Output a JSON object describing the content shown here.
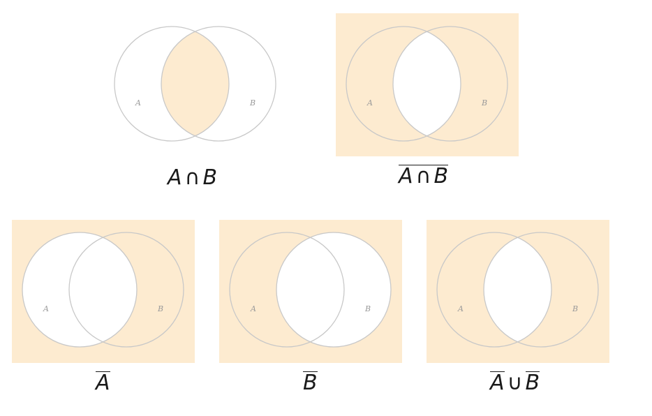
{
  "colors": {
    "fill": "#fdebd0",
    "stroke": "#c8c8c8",
    "background": "#ffffff"
  },
  "diagrams": [
    {
      "name": "a-intersect-b",
      "set_labels": [
        "A",
        "B"
      ],
      "caption": {
        "left": "A",
        "op": "∩",
        "right": "B",
        "overline": "none"
      },
      "shaded_regions": [
        "A∩B"
      ]
    },
    {
      "name": "complement-a-intersect-b",
      "set_labels": [
        "A",
        "B"
      ],
      "caption": {
        "left": "A",
        "op": "∩",
        "right": "B",
        "overline": "whole"
      },
      "shaded_regions": [
        "outside",
        "A only",
        "B only"
      ]
    },
    {
      "name": "complement-a",
      "set_labels": [
        "A",
        "B"
      ],
      "caption": {
        "left": "A",
        "overline": "left"
      },
      "shaded_regions": [
        "outside",
        "B only"
      ]
    },
    {
      "name": "complement-b",
      "set_labels": [
        "A",
        "B"
      ],
      "caption": {
        "left": "B",
        "overline": "left"
      },
      "shaded_regions": [
        "outside",
        "A only"
      ]
    },
    {
      "name": "complement-a-union-complement-b",
      "set_labels": [
        "A",
        "B"
      ],
      "caption": {
        "left": "A",
        "op": "∪",
        "right": "B",
        "overline": "each"
      },
      "shaded_regions": [
        "outside",
        "A only",
        "B only"
      ]
    }
  ]
}
